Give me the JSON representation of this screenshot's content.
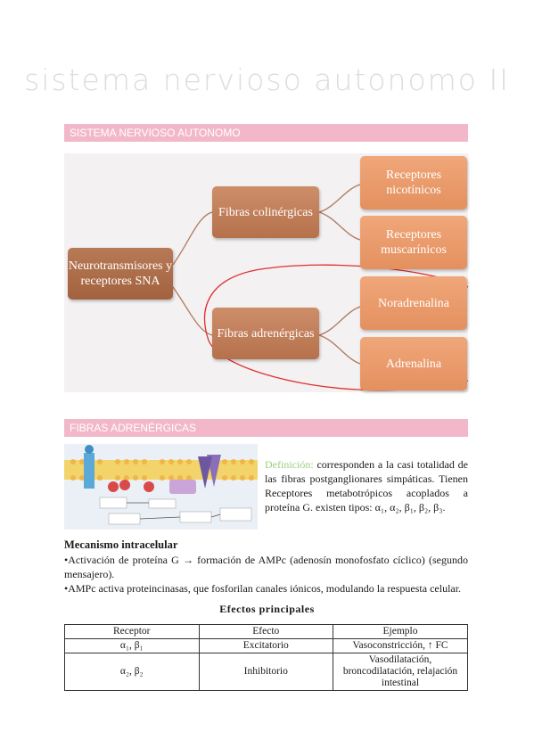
{
  "title": "sistema nervioso autonomo II",
  "section1": "SISTEMA NERVIOSO AUTONOMO",
  "diagram": {
    "root": "Neurotransmisores y receptores SNA",
    "cholinergic": "Fibras colinérgicas",
    "adrenergic": "Fibras adrenérgicas",
    "leaf1": "Receptores nicotínicos",
    "leaf2": "Receptores muscarínicos",
    "leaf3": "Noradrenalina",
    "leaf4": "Adrenalina",
    "colors": {
      "node": "#c07a55",
      "leaf": "#ec9b6c",
      "circle": "#e03030"
    }
  },
  "section2": "FIBRAS ADRENÉRGICAS",
  "definition": {
    "label": "Definición:",
    "text": "corresponden a la casi totalidad de las fibras postganglionares simpáticas. Tienen Receptores metabotrópicos acoplados a proteína G. existen tipos: α₁, α₂, β₁, β₂, β₃."
  },
  "mechanism": {
    "heading": "Mecanismo intracelular",
    "item1": "•Activación de proteína G → formación de AMPc (adenosín monofosfato cíclico) (segundo mensajero).",
    "item2": "•AMPc activa proteincinasas, que fosforilan canales iónicos, modulando la respuesta celular."
  },
  "effects": {
    "heading": "Efectos principales",
    "headers": [
      "Receptor",
      "Efecto",
      "Ejemplo"
    ],
    "rows": [
      [
        "α₁, β₁",
        "Excitatorio",
        "Vasoconstricción, ↑ FC"
      ],
      [
        "α₂, β₂",
        "Inhibitorio",
        "Vasodilatación, broncodilatación, relajación intestinal"
      ]
    ]
  }
}
